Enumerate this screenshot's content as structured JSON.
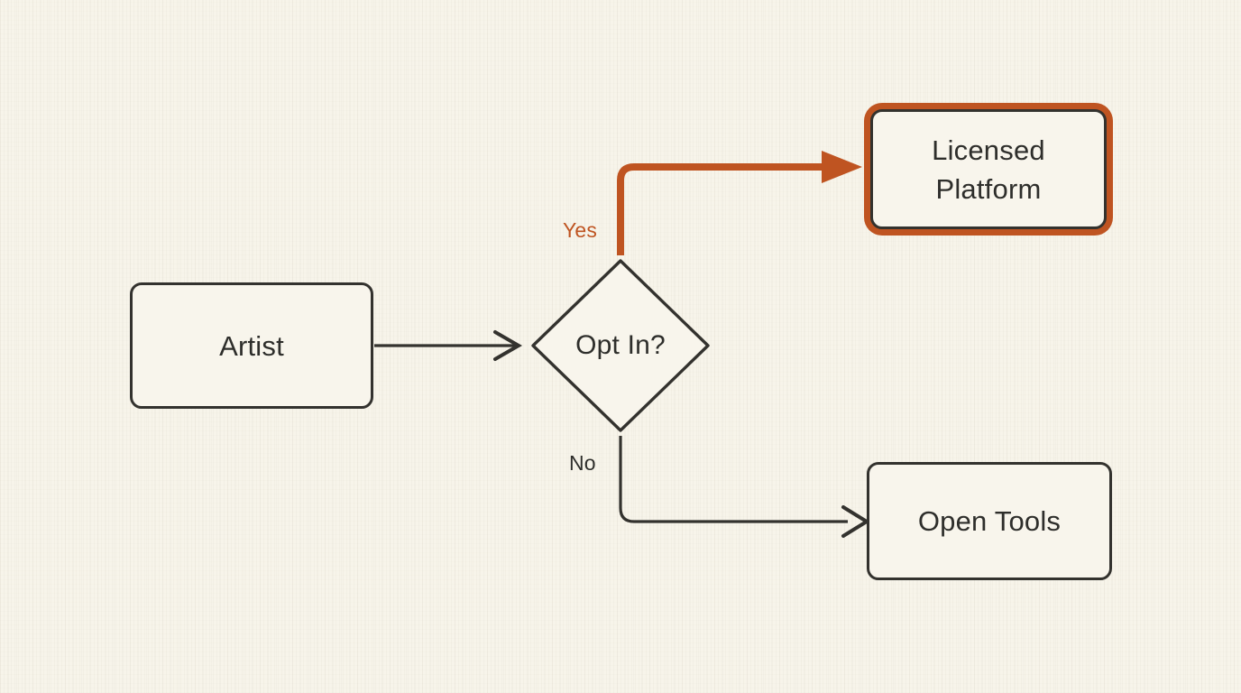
{
  "diagram": {
    "title": "Artist opt-in decision flow",
    "background_color": "#f7f4ea",
    "stroke_color": "#33322e",
    "text_color": "#2e2e2b",
    "accent_color": "#bf5421"
  },
  "nodes": {
    "artist": {
      "label": "Artist",
      "shape": "rounded-rect",
      "highlighted": "no"
    },
    "decision": {
      "label": "Opt In?",
      "shape": "diamond",
      "highlighted": "no"
    },
    "licensed_platform": {
      "label": "Licensed\nPlatform",
      "shape": "rounded-rect",
      "highlighted": "yes"
    },
    "open_tools": {
      "label": "Open Tools",
      "shape": "rounded-rect",
      "highlighted": "no"
    }
  },
  "edges": {
    "artist_to_decision": {
      "label": "",
      "style": "plain"
    },
    "decision_to_licensed": {
      "label": "Yes",
      "style": "accent"
    },
    "decision_to_open_tools": {
      "label": "No",
      "style": "plain"
    }
  }
}
